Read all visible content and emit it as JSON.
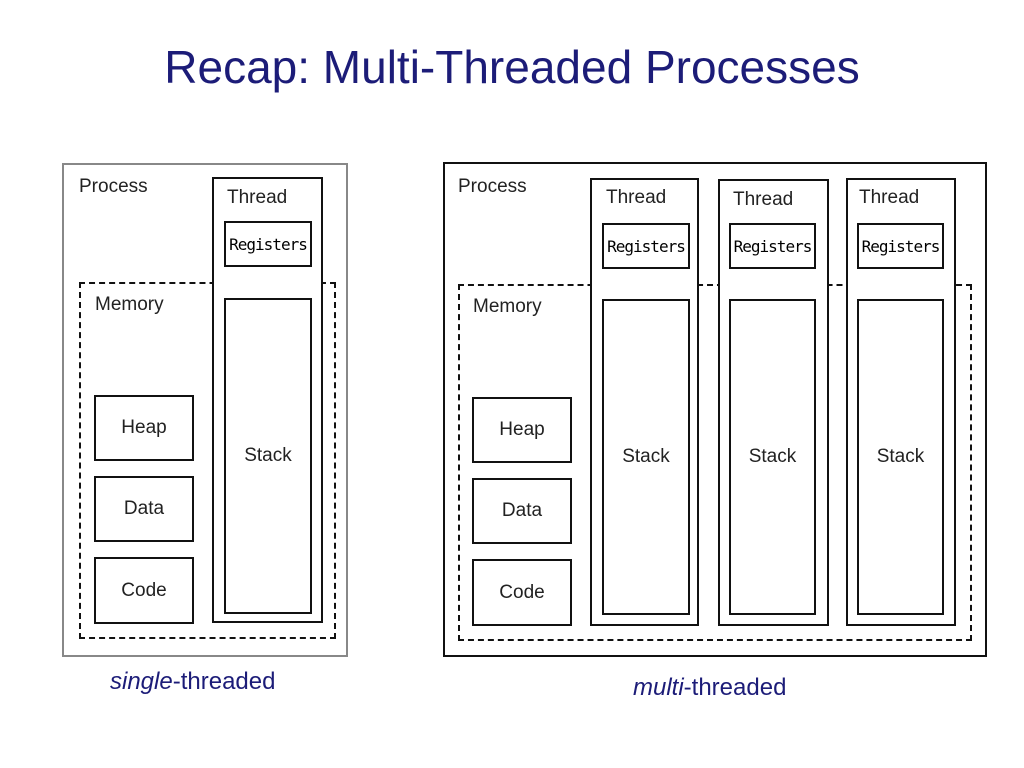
{
  "title": "Recap: Multi-Threaded Processes",
  "single": {
    "process": "Process",
    "memory": "Memory",
    "thread": "Thread",
    "registers": "Registers",
    "stack": "Stack",
    "heap": "Heap",
    "data": "Data",
    "code": "Code",
    "caption_em": "single",
    "caption_rest": "-threaded"
  },
  "multi": {
    "process": "Process",
    "memory": "Memory",
    "threads": [
      {
        "label": "Thread",
        "registers": "Registers",
        "stack": "Stack"
      },
      {
        "label": "Thread",
        "registers": "Registers",
        "stack": "Stack"
      },
      {
        "label": "Thread",
        "registers": "Registers",
        "stack": "Stack"
      }
    ],
    "heap": "Heap",
    "data": "Data",
    "code": "Code",
    "caption_em": "multi",
    "caption_rest": "-threaded"
  }
}
